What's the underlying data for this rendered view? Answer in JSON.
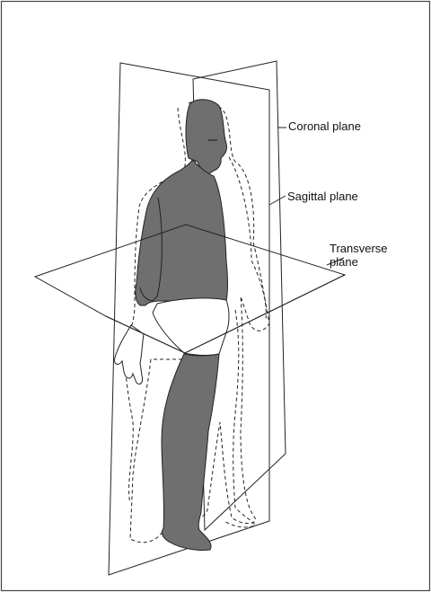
{
  "labels": {
    "coronal": "Coronal plane",
    "sagittal": "Sagittal plane",
    "transverse_line1": "Transverse",
    "transverse_line2": "plane"
  },
  "colors": {
    "figure_fill": "#6f6f6f",
    "outline": "#222222",
    "background": "#ffffff",
    "frame_border": "#444444"
  }
}
